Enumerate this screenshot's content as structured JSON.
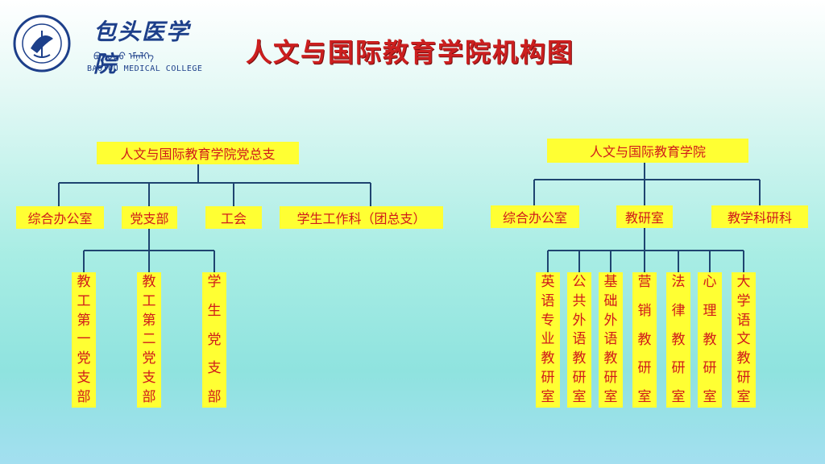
{
  "logo": {
    "cn_name": "包头医学院",
    "en_name": "BAOTOU MEDICAL COLLEGE",
    "mongolian_text": "ᠪᠣᠭᠣᠳᠣ ᠡᠮᠨᠡᠯᠭᠡ",
    "colors": {
      "primary": "#1d3f8a"
    }
  },
  "title": "人文与国际教育学院机构图",
  "colors": {
    "node_bg": "#ffff33",
    "node_text": "#d01a1a",
    "title": "#cc1f1f",
    "line": "#1f4470"
  },
  "left_tree": {
    "root": "人文与国际教育学院党总支",
    "level1": [
      "综合办公室",
      "党支部",
      "工会",
      "学生工作科（团总支）"
    ],
    "branches": [
      "教工第一党支部",
      "教工第二党支部",
      "学生党支部"
    ]
  },
  "right_tree": {
    "root": "人文与国际教育学院",
    "level1": [
      "综合办公室",
      "教研室",
      "教学科研科"
    ],
    "branches": [
      "英语专业教研室",
      "公共外语教研室",
      "基础外语教研室",
      "营销教研室",
      "法律教研室",
      "心理教研室",
      "大学语文教研室"
    ]
  }
}
